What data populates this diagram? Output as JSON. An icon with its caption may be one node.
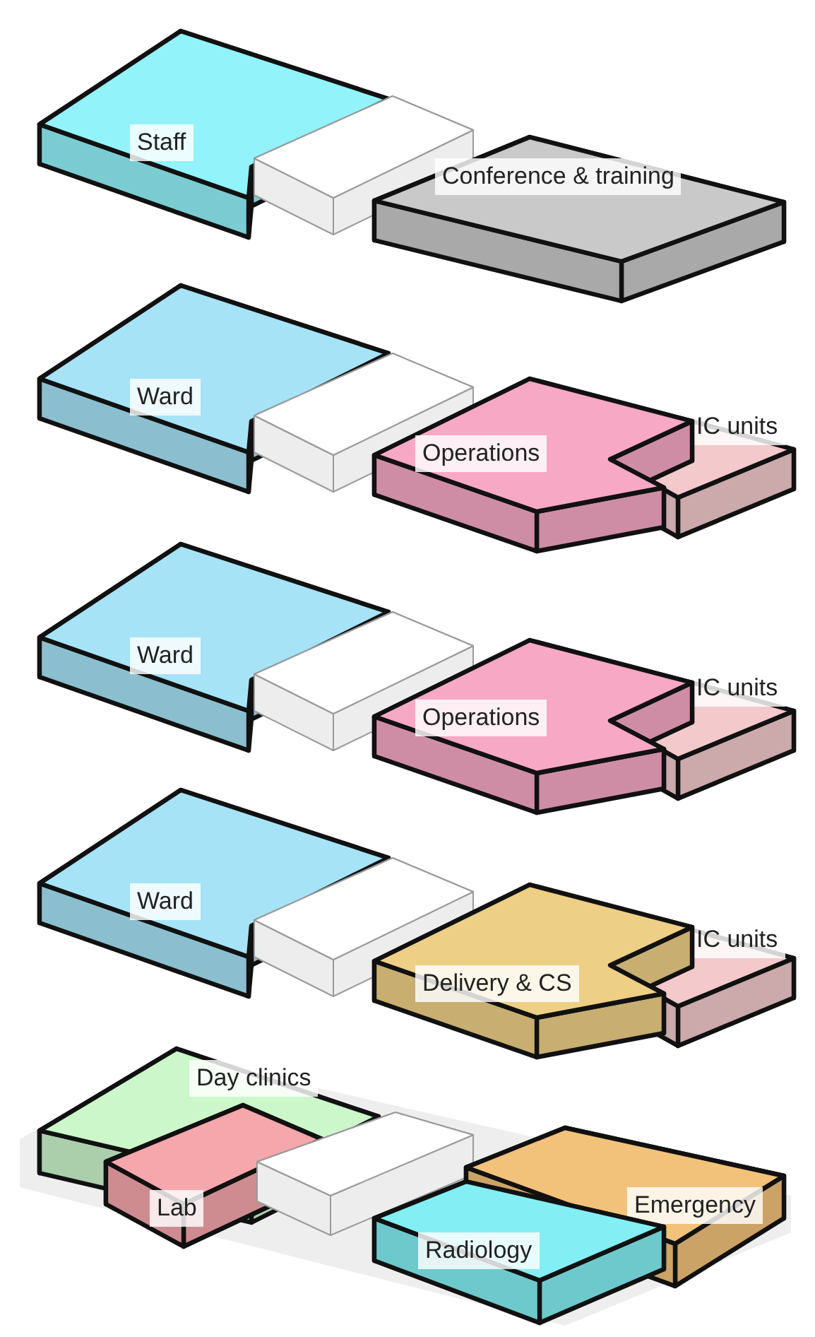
{
  "diagram": {
    "nodes": [
      {
        "text": [
          "Staff"
        ]
      },
      {
        "text": [],
        "shape": "box"
      },
      {
        "text": [
          "Conference & training"
        ]
      },
      {
        "text": [
          "Ward"
        ]
      },
      {
        "text": [],
        "shape": "box"
      },
      {
        "text": [
          "Operations"
        ]
      },
      {
        "text": [
          "IC units"
        ]
      },
      {
        "text": [
          "Ward"
        ]
      },
      {
        "text": [],
        "shape": "box"
      },
      {
        "text": [
          "Operations"
        ]
      },
      {
        "text": [
          "IC units"
        ]
      },
      {
        "text": [
          "Ward"
        ]
      },
      {
        "text": [],
        "shape": "box"
      },
      {
        "text": [
          "Delivery & CS"
        ]
      },
      {
        "text": [
          "IC units"
        ]
      },
      {
        "text": [
          "Day clinics"
        ]
      },
      {
        "text": [
          "Lab"
        ]
      },
      {
        "text": [],
        "shape": "box"
      },
      {
        "text": [
          "Emergency"
        ]
      },
      {
        "text": [
          "Radiology"
        ]
      }
    ]
  }
}
